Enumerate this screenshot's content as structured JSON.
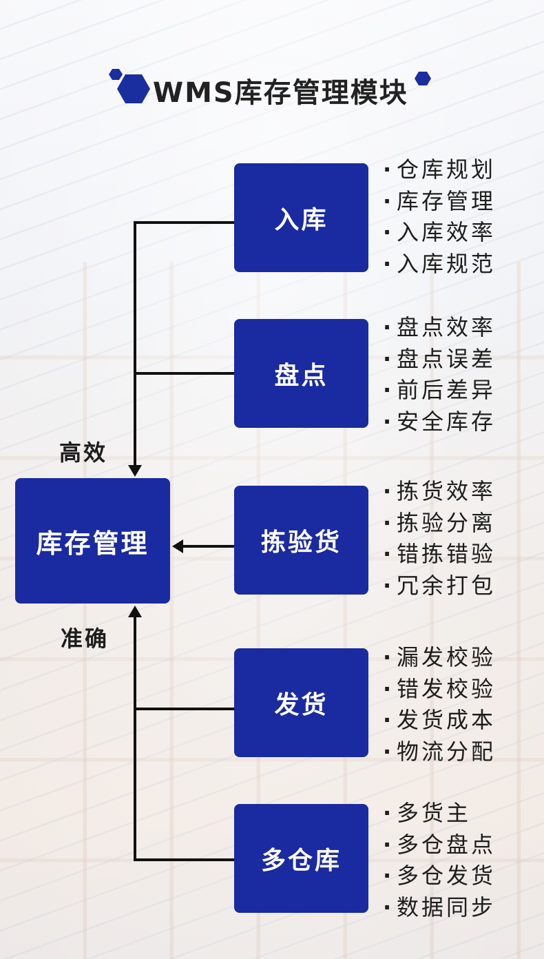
{
  "title": "WMS库存管理模块",
  "central": "库存管理",
  "labels": {
    "efficient": "高效",
    "accurate": "准确"
  },
  "item_prefix": "·",
  "modules": [
    {
      "name": "入库",
      "items": [
        "仓库规划",
        "库存管理",
        "入库效率",
        "入库规范"
      ]
    },
    {
      "name": "盘点",
      "items": [
        "盘点效率",
        "盘点误差",
        "前后差异",
        "安全库存"
      ]
    },
    {
      "name": "拣验货",
      "items": [
        "拣货效率",
        "拣验分离",
        "错拣错验",
        "冗余打包"
      ]
    },
    {
      "name": "发货",
      "items": [
        "漏发校验",
        "错发校验",
        "发货成本",
        "物流分配"
      ]
    },
    {
      "name": "多仓库",
      "items": [
        "多货主",
        "多仓盘点",
        "多仓发货",
        "数据同步"
      ]
    }
  ],
  "colors": {
    "box": "#1a2aa0",
    "line": "#111111",
    "text": "#1d1d1d"
  }
}
